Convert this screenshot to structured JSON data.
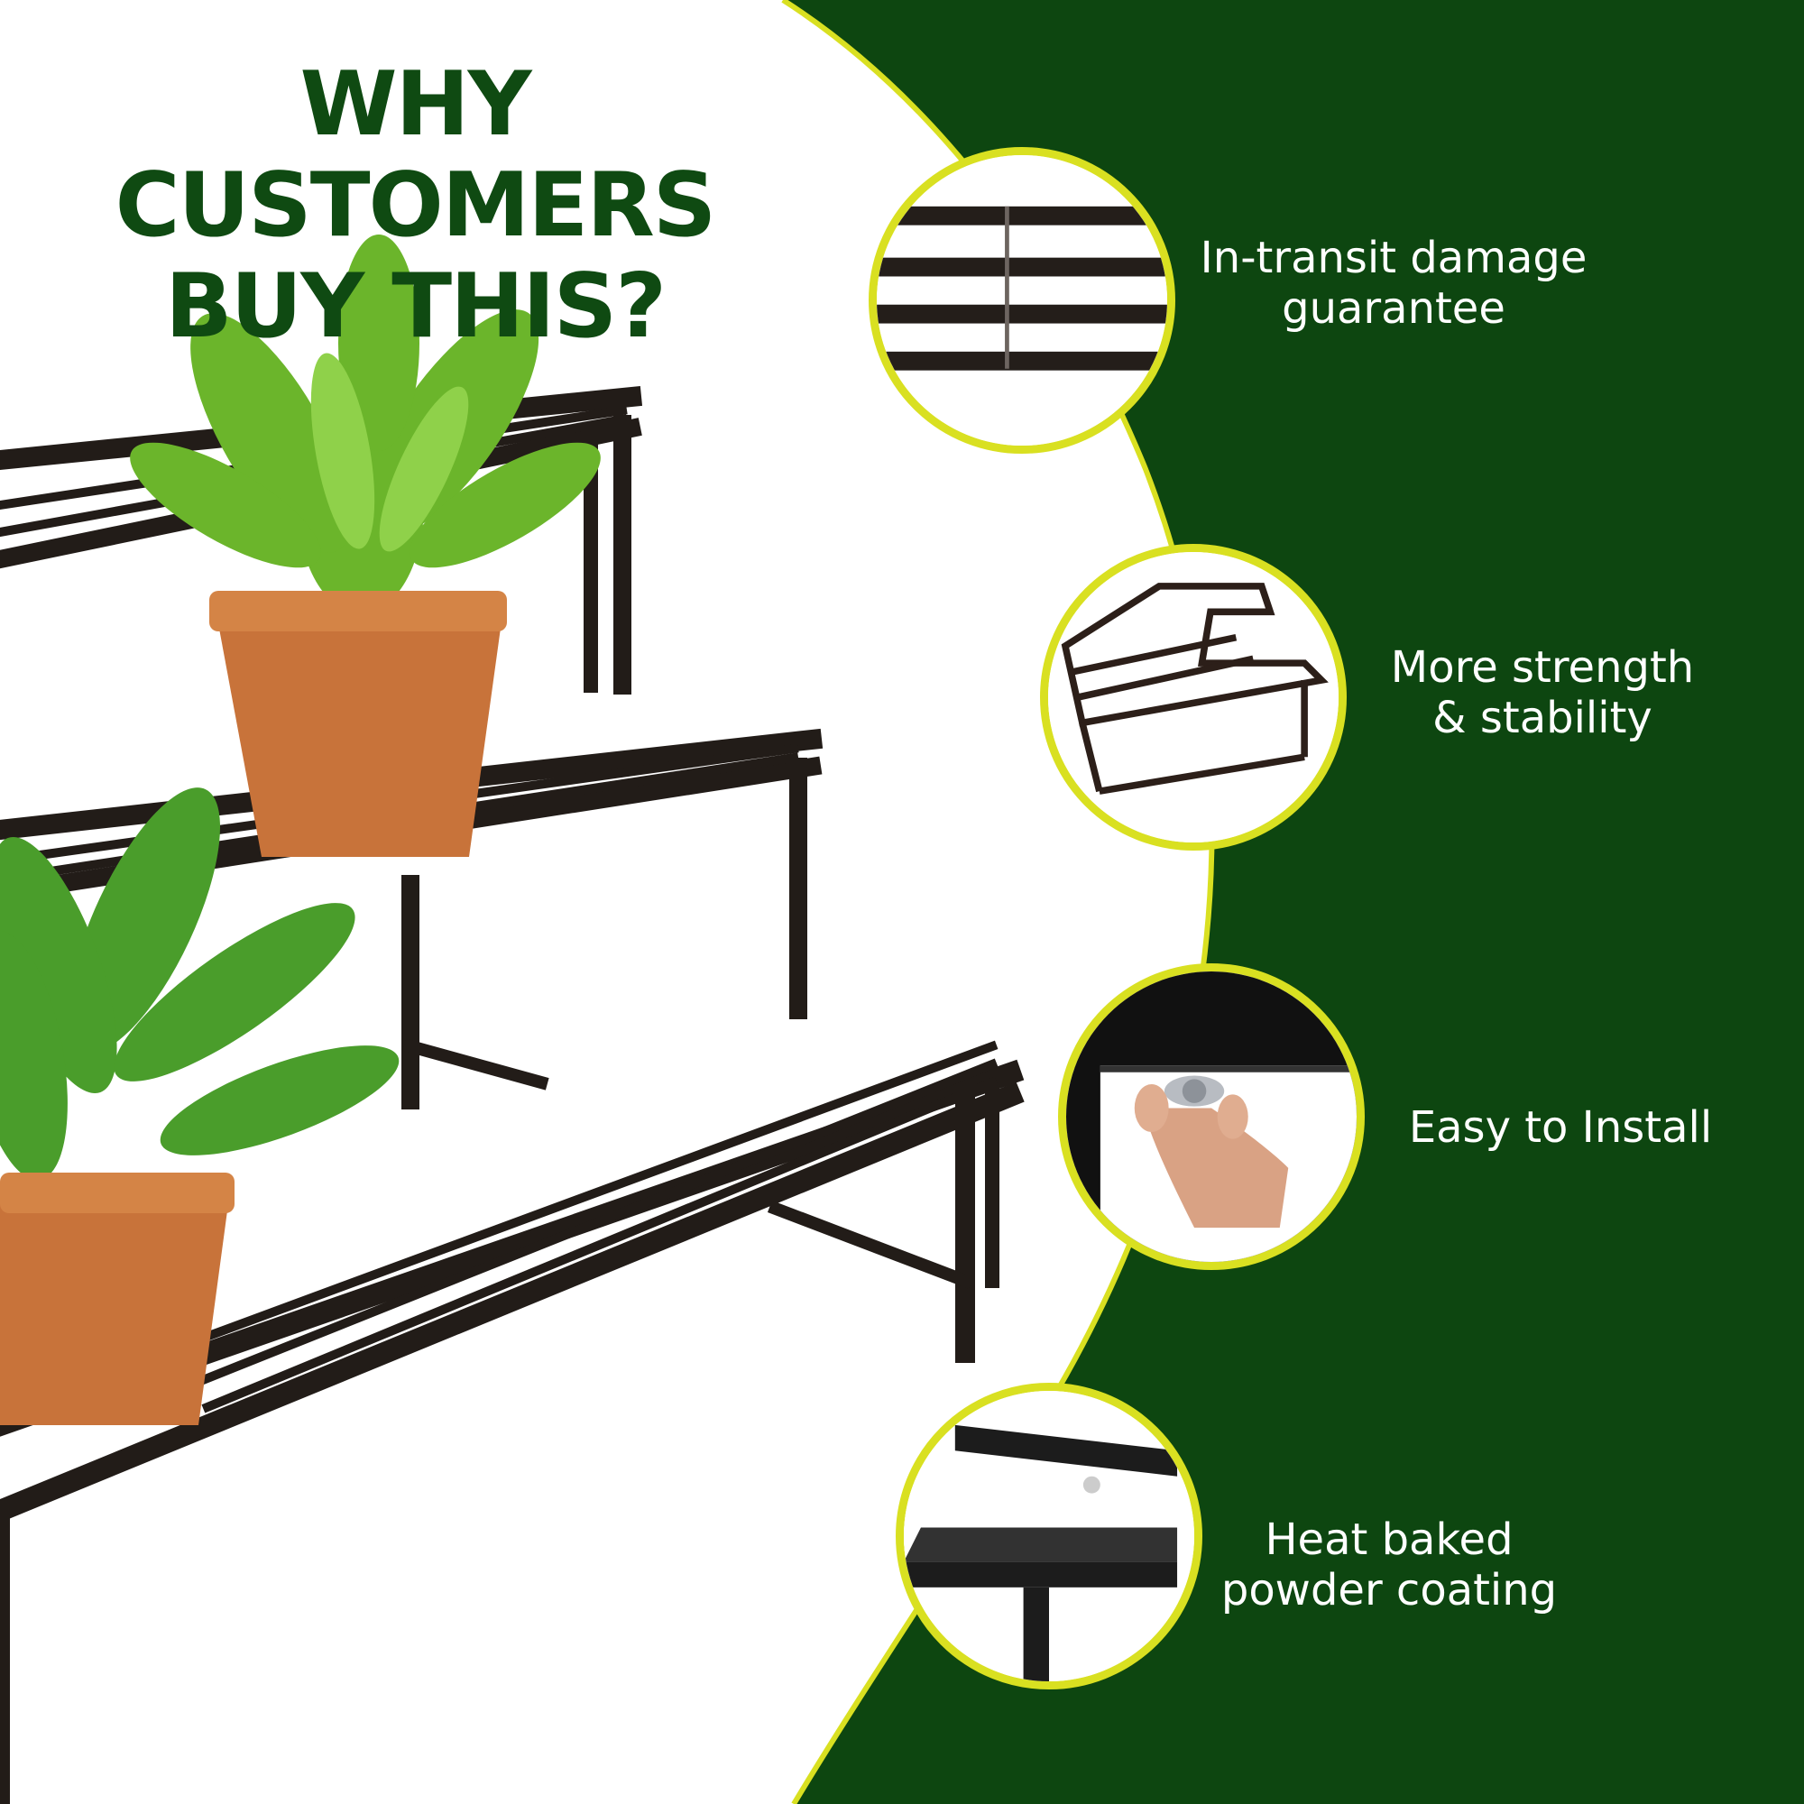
{
  "headline": {
    "line1": "WHY CUSTOMERS",
    "line2": "BUY THIS?"
  },
  "colors": {
    "headline_green": "#0f4a12",
    "panel_green": "#0d4610",
    "accent_yellow": "#d9e021",
    "frame_black": "#221c18",
    "terracotta": "#c8733a"
  },
  "features": [
    {
      "icon": "grid-frame-closeup-icon",
      "line1": "In-transit damage",
      "line2": "guarantee"
    },
    {
      "icon": "stand-structure-icon",
      "line1": "More strength",
      "line2": "& stability"
    },
    {
      "icon": "wing-nut-install-icon",
      "line1": "Easy to Install",
      "line2": ""
    },
    {
      "icon": "powder-coated-corner-icon",
      "line1": "Heat baked",
      "line2": "powder coating"
    }
  ]
}
